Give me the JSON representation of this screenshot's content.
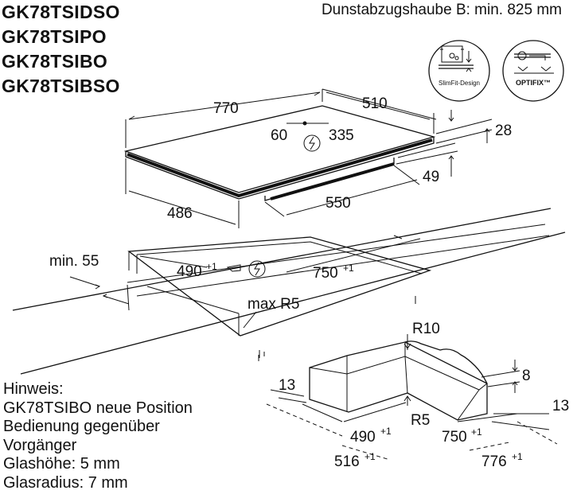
{
  "models": [
    "GK78TSIDSO",
    "GK78TSIPO",
    "GK78TSIBO",
    "GK78TSIBSO"
  ],
  "header_note": "Dunstabzugshaube B: min. 825 mm",
  "badges": {
    "slimfit": "SlimFit-Design",
    "optifix": "OPTIFIX™"
  },
  "hob_dimensions": {
    "width": "770",
    "depth": "510",
    "left_offset": "60",
    "connection_offset": "335",
    "height": "28",
    "box_height": "49",
    "box_width": "550",
    "box_depth": "486"
  },
  "cutout": {
    "min_wall": "min. 55",
    "depth": "490",
    "width": "750",
    "tolerance": "+1",
    "radius": "max R5"
  },
  "detail": {
    "r10": "R10",
    "r5": "R5",
    "depth_8": "8",
    "left_13": "13",
    "right_13": "13",
    "cut_depth": "490",
    "cut_width": "750",
    "outer_depth": "516",
    "outer_width": "776",
    "tolerance": "+1"
  },
  "notes": [
    "Hinweis:",
    "GK78TSIBO neue Position",
    "Bedienung gegenüber",
    "Vorgänger",
    "Glashöhe: 5 mm",
    "Glasradius: 7 mm"
  ]
}
